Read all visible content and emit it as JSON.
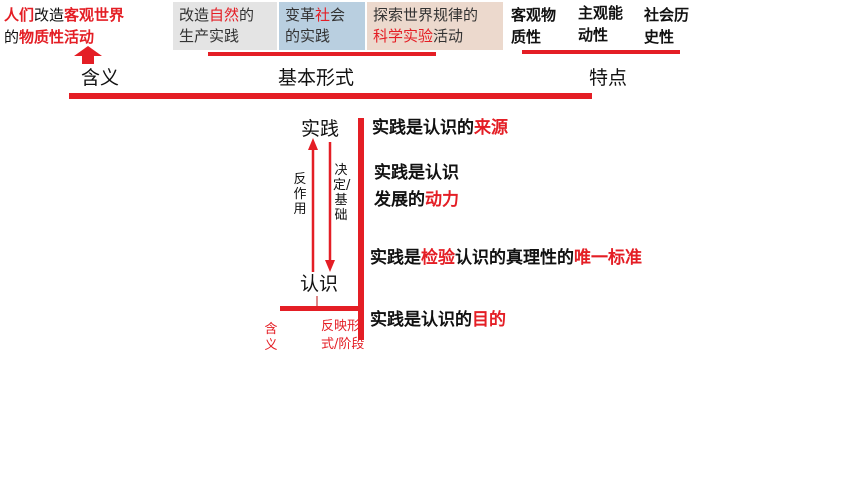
{
  "definition": {
    "line1_red": "人们",
    "line1_plain": "改造",
    "line1_red2": "客观世界",
    "line2_plain": "的",
    "line2_red": "物质性活动"
  },
  "forms": {
    "production": {
      "p1": "改造",
      "p2": "自然",
      "p3": "的",
      "line2": "生产实践"
    },
    "social": {
      "p1": "变革",
      "p2": "社",
      "p3": "会",
      "line2": "的实践"
    },
    "science": {
      "line1": "探索世界规律的",
      "red": "科学实验",
      "tail": "活动"
    }
  },
  "features": [
    {
      "line1": "客观物",
      "line2": "质性"
    },
    {
      "line1": "主观能",
      "line2": "动性"
    },
    {
      "line1": "社会历",
      "line2": "史性"
    }
  ],
  "headings": {
    "meaning": "含义",
    "basic_forms": "基本形式",
    "features": "特点"
  },
  "nodes": {
    "practice": "实践",
    "cognition": "认识"
  },
  "arrows": {
    "up_label": "反作用",
    "down_label": "决定/基础"
  },
  "bottom": {
    "meaning": "含义",
    "reflection": "反映形式/阶段"
  },
  "statements": {
    "s1_plain": "实践是认识的",
    "s1_red": "来源",
    "s2_line1": "实践是认识",
    "s2_line2": "发展的",
    "s2_red": "动力",
    "s3_a": "实践是",
    "s3_red1": "检验",
    "s3_b": "认识的真理性的",
    "s3_red2": "唯一标准",
    "s4_plain": "实践是认识的",
    "s4_red": "目的"
  },
  "colors": {
    "accent": "#e41e25",
    "production_bg": "#e4e4e4",
    "social_bg": "#b9cfe0",
    "science_bg": "#ecd9cd"
  }
}
